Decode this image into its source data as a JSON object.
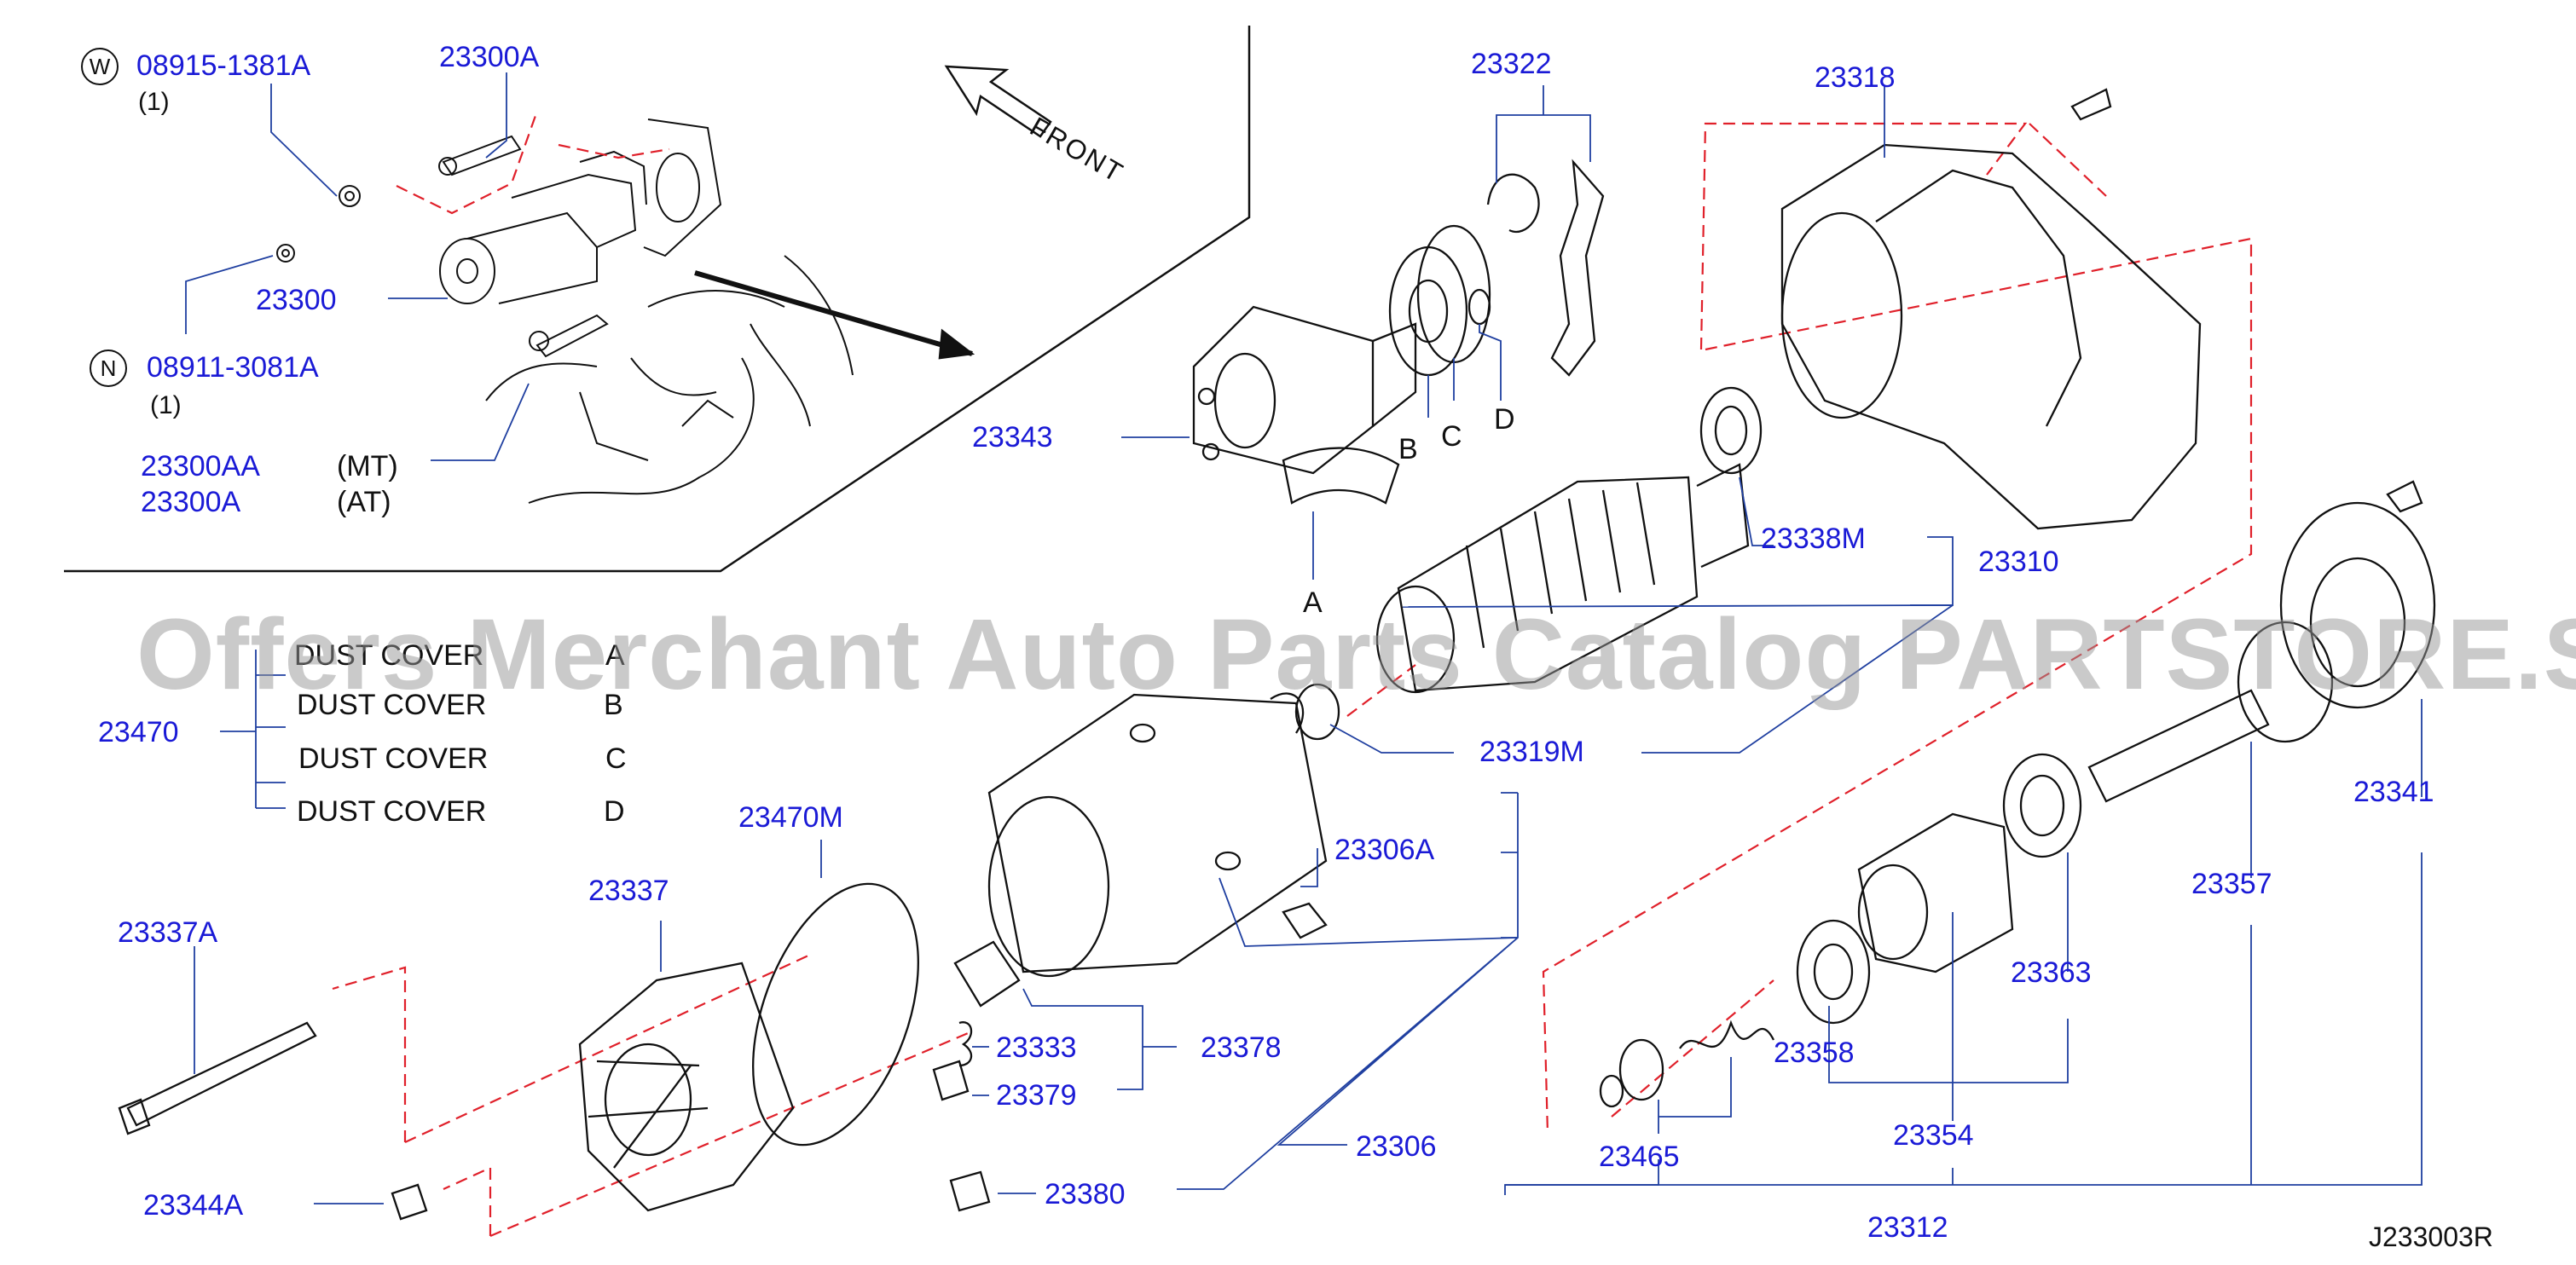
{
  "inset": {
    "w_symbol": "W",
    "n_symbol": "N",
    "front_label": "FRONT",
    "parts": {
      "p08915": "08915-1381A",
      "p08915_qty": "(1)",
      "p23300A_top": "23300A",
      "p23300": "23300",
      "p08911": "08911-3081A",
      "p08911_qty": "(1)",
      "p23300AA": "23300AA",
      "mt": "(MT)",
      "p23300A": "23300A",
      "at": "(AT)"
    }
  },
  "dust_covers": {
    "group": "23470",
    "items": [
      {
        "text": "DUST   COVER",
        "letter": "A"
      },
      {
        "text": "DUST   COVER",
        "letter": "B"
      },
      {
        "text": "DUST   COVER",
        "letter": "C"
      },
      {
        "text": "DUST   COVER",
        "letter": "D"
      }
    ]
  },
  "letters": {
    "a": "A",
    "b": "B",
    "c": "C",
    "d": "D"
  },
  "parts": {
    "p23322": "23322",
    "p23318": "23318",
    "p23343": "23343",
    "p23338M": "23338M",
    "p23310": "23310",
    "p23319M": "23319M",
    "p23341": "23341",
    "p23470M": "23470M",
    "p23306A": "23306A",
    "p23357": "23357",
    "p23337A": "23337A",
    "p23337": "23337",
    "p23363": "23363",
    "p23333": "23333",
    "p23378": "23378",
    "p23379": "23379",
    "p23358": "23358",
    "p23306": "23306",
    "p23354": "23354",
    "p23465": "23465",
    "p23380": "23380",
    "p23344A": "23344A",
    "p23312": "23312"
  },
  "diagram_code": "J233003R",
  "watermark": "Offers Merchant Auto Parts Catalog PARTSTORE.SA",
  "colors": {
    "label": "#1a1ad6",
    "guide": "#e0202a",
    "line": "#111111",
    "watermark": "#969696"
  }
}
